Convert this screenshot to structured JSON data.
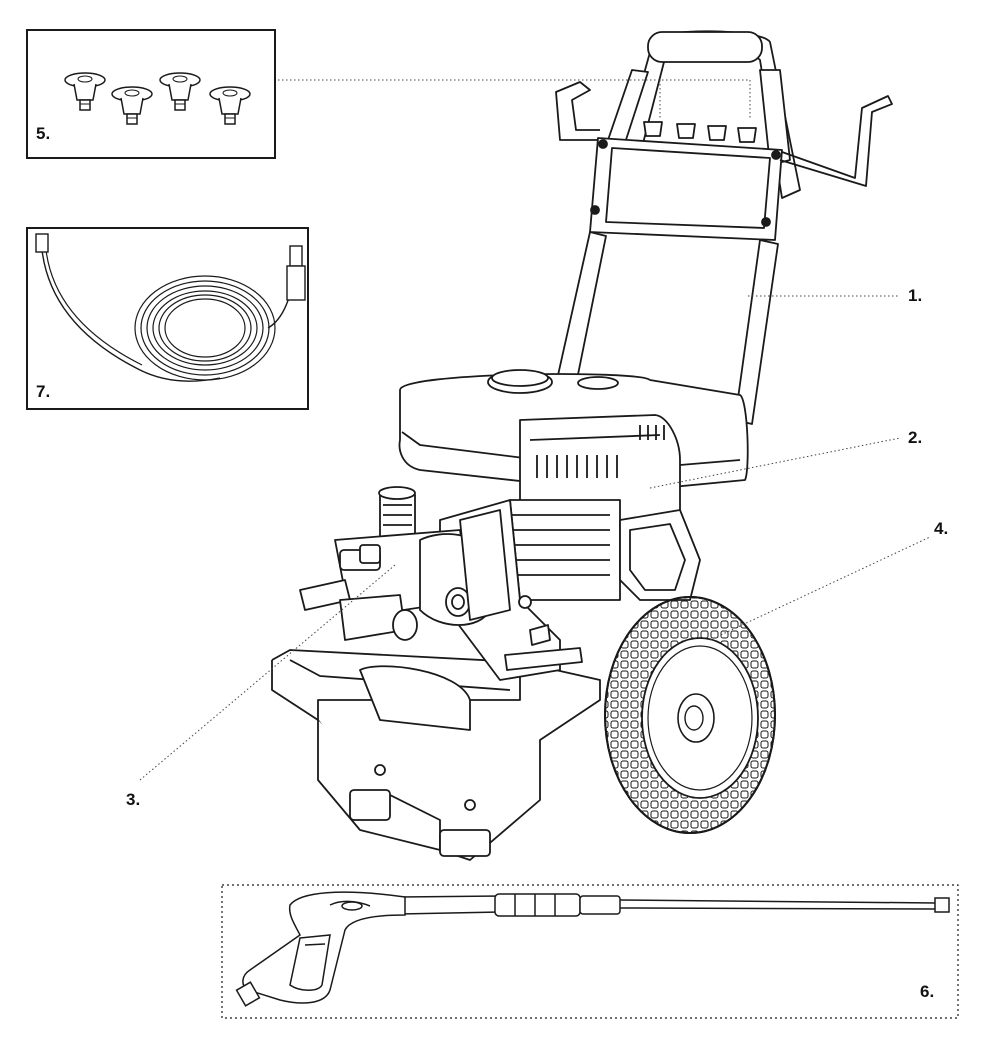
{
  "callouts": {
    "frame": "1.",
    "engine": "2.",
    "pump": "3.",
    "wheel": "4.",
    "nozzles": "5.",
    "spray_gun": "6.",
    "hose": "7."
  },
  "colors": {
    "ink": "#1a1a1a",
    "leader": "#444444",
    "paper": "#ffffff"
  }
}
